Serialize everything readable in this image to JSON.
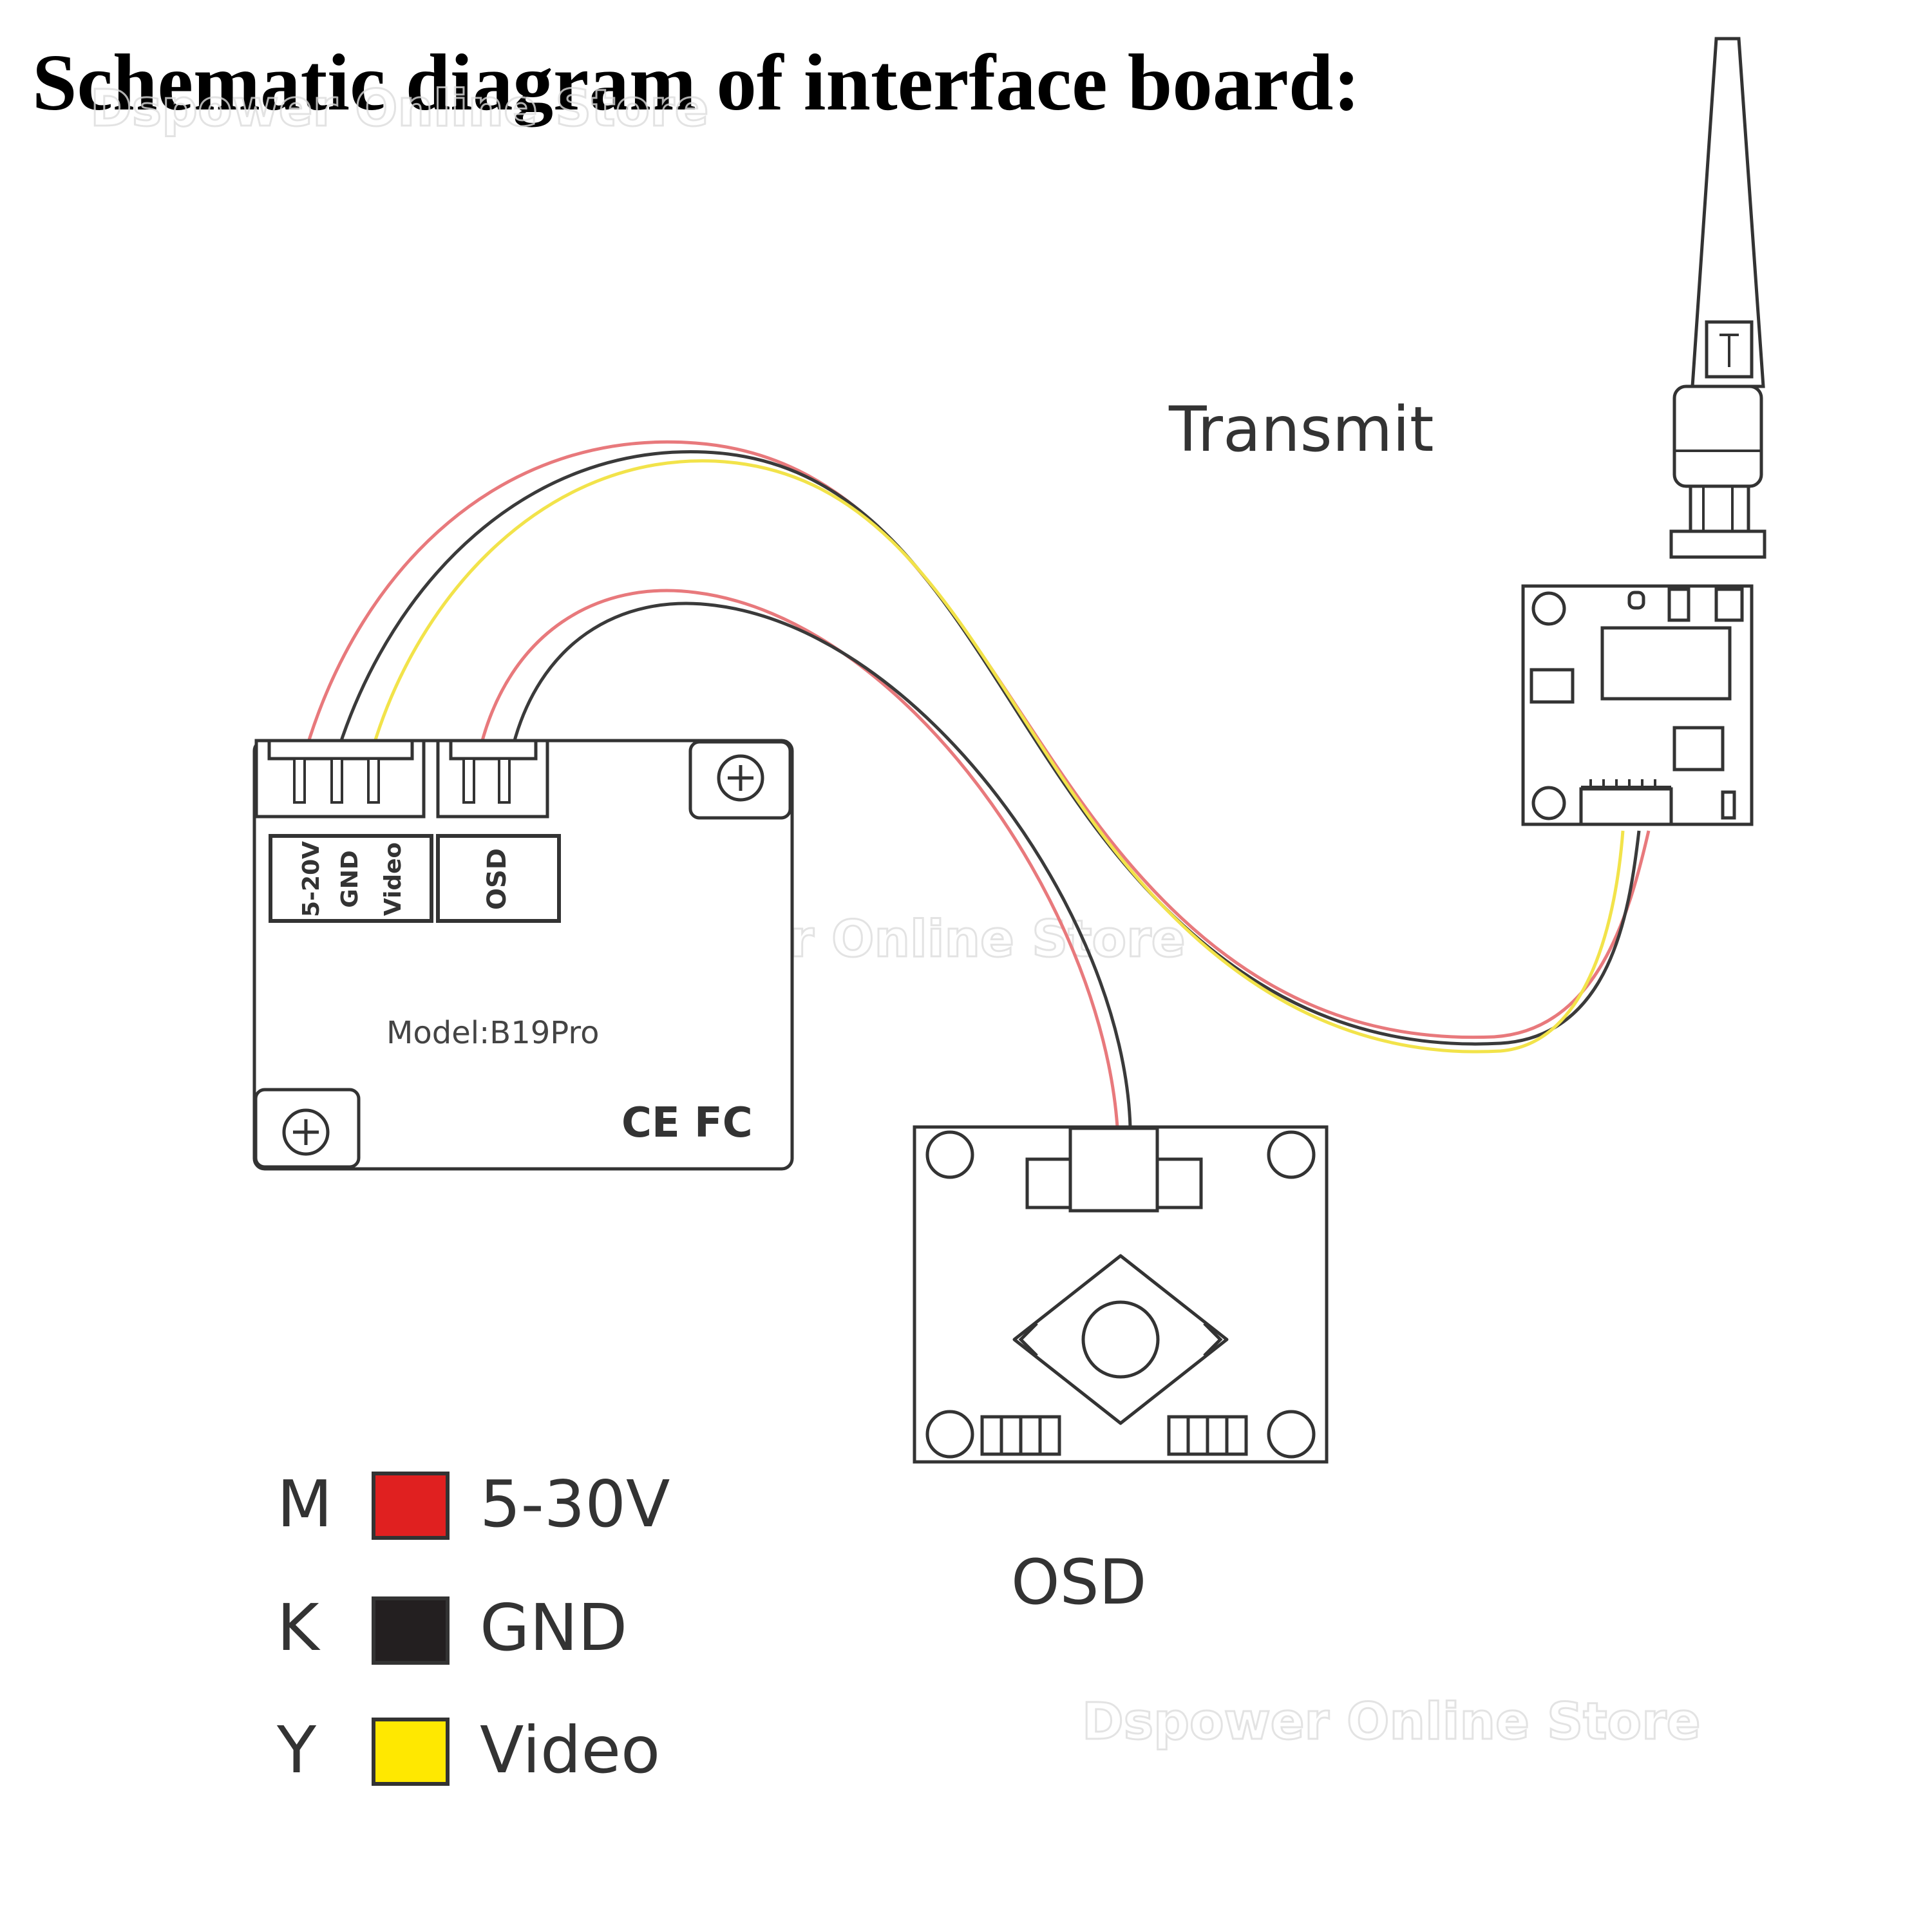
{
  "title": "Schematic diagram of interface board:",
  "watermark": "Dspower Online Store",
  "interface_board": {
    "model": "Model:B19Pro",
    "pin_labels": [
      "5-20V",
      "GND",
      "Video"
    ],
    "osd_port_label": "OSD",
    "certification_marks": "CE FC"
  },
  "transmitter": {
    "label": "Transmit"
  },
  "osd_board": {
    "label": "OSD"
  },
  "legend": [
    {
      "code": "M",
      "color": "#e02020",
      "label": "5-30V"
    },
    {
      "code": "K",
      "color": "#231f20",
      "label": "GND"
    },
    {
      "code": "Y",
      "color": "#ffe800",
      "label": "Video"
    }
  ],
  "wire_colors": {
    "red": "#e8797c",
    "black": "#3a3a3a",
    "yellow": "#f2e34a"
  }
}
